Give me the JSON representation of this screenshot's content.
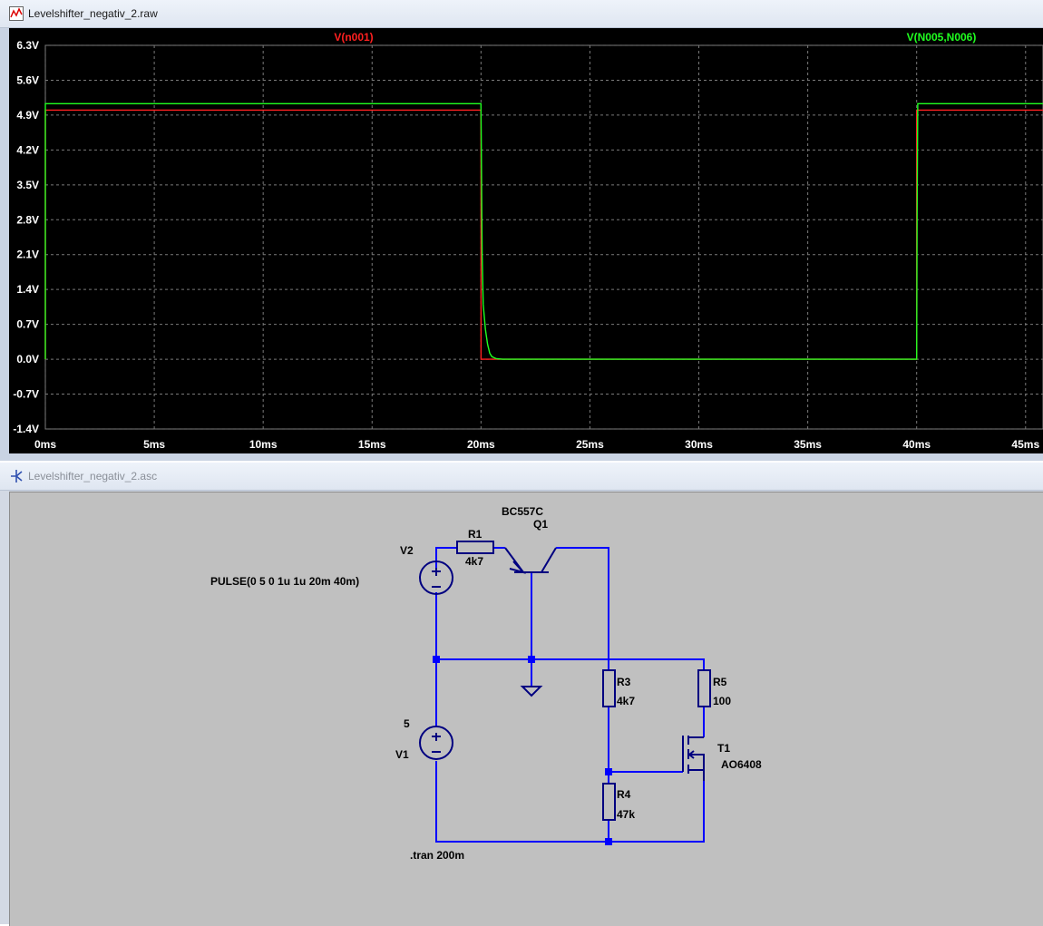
{
  "plot_window": {
    "title": "Levelshifter_negativ_2.raw",
    "icon": "waveform-icon"
  },
  "schematic_window": {
    "title": "Levelshifter_negativ_2.asc",
    "icon": "schematic-icon"
  },
  "colors": {
    "plot_bg": "#000000",
    "grid": "#7a7a7a",
    "trace1": "#ff2020",
    "trace2": "#20ff20",
    "wire": "#0000ff",
    "component": "#000080"
  },
  "chart_data": {
    "type": "line",
    "title": "",
    "xlabel": "",
    "ylabel": "",
    "xlim": [
      0,
      45.8
    ],
    "ylim": [
      -1.4,
      6.3
    ],
    "grid": true,
    "y_ticks": [
      "6.3V",
      "5.6V",
      "4.9V",
      "4.2V",
      "3.5V",
      "2.8V",
      "2.1V",
      "1.4V",
      "0.7V",
      "0.0V",
      "-0.7V",
      "-1.4V"
    ],
    "y_tick_values": [
      6.3,
      5.6,
      4.9,
      4.2,
      3.5,
      2.8,
      2.1,
      1.4,
      0.7,
      0.0,
      -0.7,
      -1.4
    ],
    "x_ticks": [
      "0ms",
      "5ms",
      "10ms",
      "15ms",
      "20ms",
      "25ms",
      "30ms",
      "35ms",
      "40ms",
      "45ms"
    ],
    "x_tick_values": [
      0,
      5,
      10,
      15,
      20,
      25,
      30,
      35,
      40,
      45
    ],
    "series": [
      {
        "name": "V(n001)",
        "color": "#ff2020",
        "x": [
          0,
          0.001,
          20.0,
          20.001,
          40.0,
          40.001,
          45.8
        ],
        "y": [
          0,
          5.0,
          5.0,
          0.0,
          0.0,
          5.0,
          5.0
        ]
      },
      {
        "name": "V(N005,N006)",
        "color": "#20ff20",
        "x": [
          0,
          0.001,
          20.0,
          20.05,
          20.1,
          20.2,
          20.3,
          20.4,
          20.5,
          20.7,
          21.0,
          40.0,
          40.02,
          40.05,
          45.8
        ],
        "y": [
          0,
          5.13,
          5.13,
          2.1,
          1.1,
          0.6,
          0.3,
          0.12,
          0.05,
          0.01,
          0.0,
          0.0,
          2.9,
          5.13,
          5.13
        ]
      }
    ]
  },
  "schematic": {
    "labels": {
      "r1_name": "R1",
      "r1_value": "4k7",
      "v2_name": "V2",
      "v2_value": "PULSE(0 5 0 1u 1u 20m 40m)",
      "q1_model": "BC557C",
      "q1_name": "Q1",
      "r3_name": "R3",
      "r3_value": "4k7",
      "r5_name": "R5",
      "r5_value": "100",
      "v1_value": "5",
      "v1_name": "V1",
      "t1_name": "T1",
      "t1_model": "AO6408",
      "r4_name": "R4",
      "r4_value": "47k",
      "directive": ".tran 200m"
    }
  }
}
